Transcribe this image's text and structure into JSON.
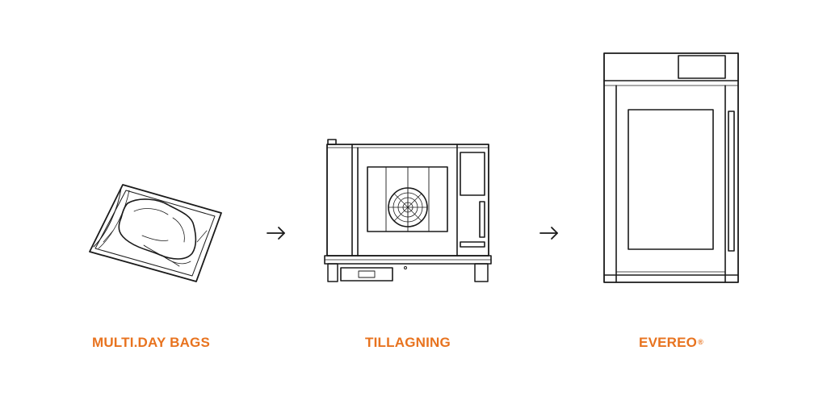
{
  "steps": [
    {
      "label": "MULTI.DAY BAGS",
      "icon": "vacuum-bag-icon"
    },
    {
      "label": "TILLAGNING",
      "icon": "combi-oven-icon"
    },
    {
      "label": "EVEREO",
      "label_mark": "®",
      "icon": "holding-cabinet-icon"
    }
  ],
  "connectors": [
    {
      "icon": "arrow-right-icon"
    },
    {
      "icon": "arrow-right-icon"
    }
  ],
  "colors": {
    "label": "#e8731f",
    "line": "#1a1a1a",
    "background": "#ffffff"
  }
}
